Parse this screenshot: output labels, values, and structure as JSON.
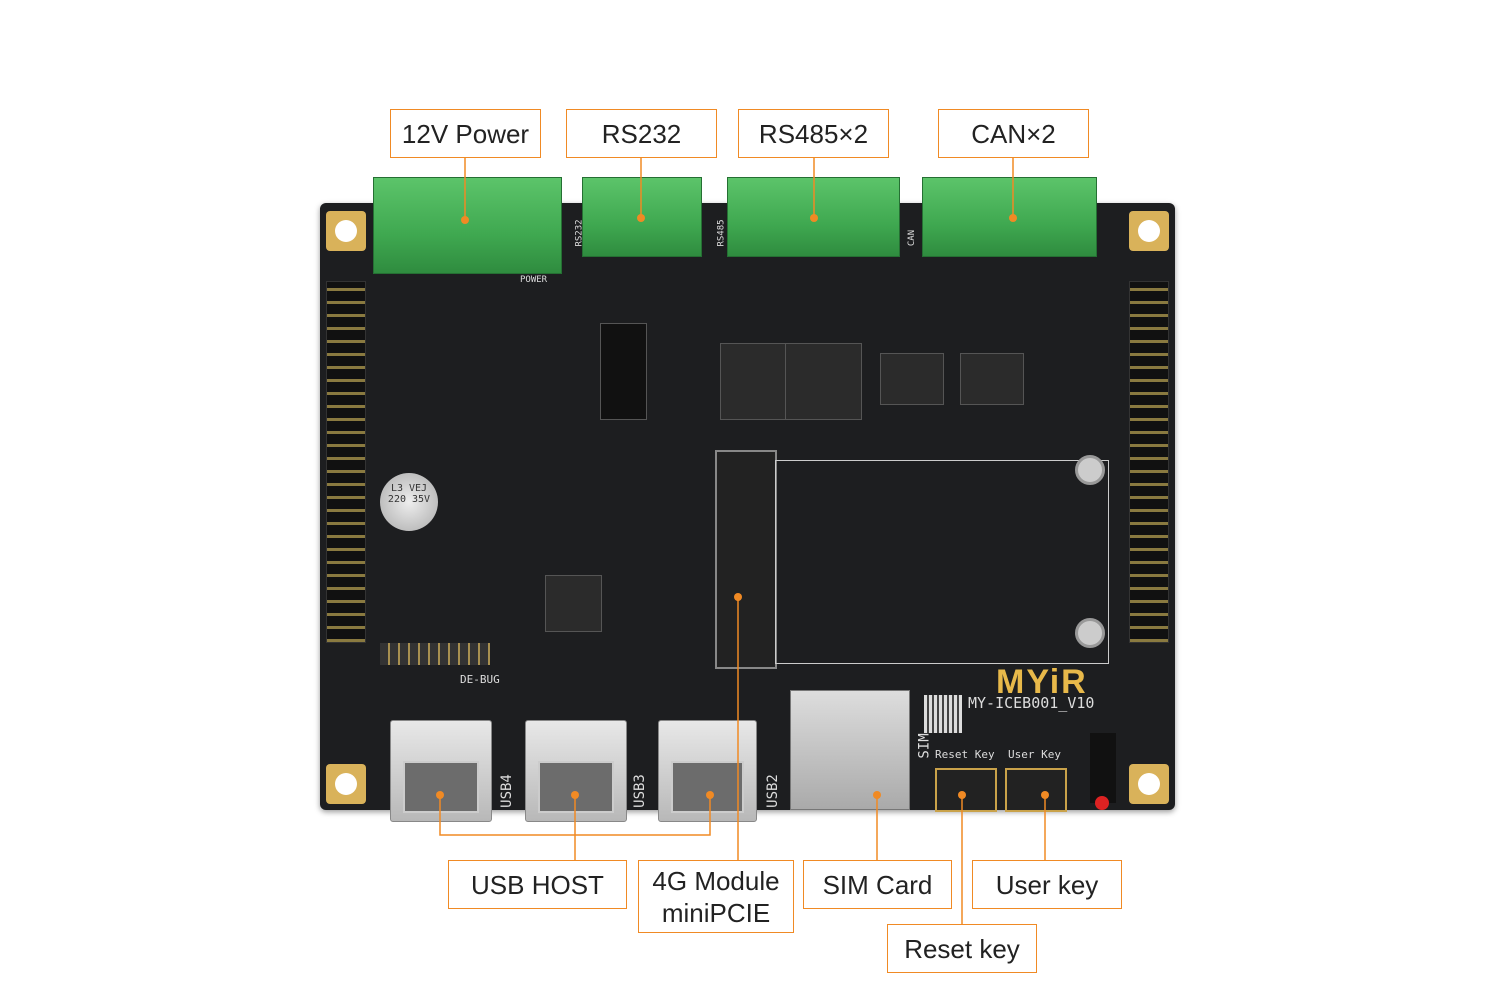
{
  "labels": {
    "power": "12V Power",
    "rs232": "RS232",
    "rs485": "RS485×2",
    "can": "CAN×2",
    "usb_host": "USB HOST",
    "module_4g_line1": "4G Module",
    "module_4g_line2": "miniPCIE",
    "sim_card": "SIM Card",
    "user_key": "User key",
    "reset_key": "Reset key"
  },
  "board": {
    "logo": "MYiR",
    "model": "MY-ICEB001_V10",
    "silk_sim": "SIM",
    "silk_reset": "Reset Key",
    "silk_user": "User Key",
    "silk_usb4": "USB4",
    "silk_usb3": "USB3",
    "silk_usb2": "USB2",
    "silk_power": "POWER",
    "silk_rs232": "RS232",
    "silk_rs485": "RS485",
    "silk_can": "CAN",
    "silk_debug": "DE-BUG",
    "capacitor": "L3 VEJ 220 35V"
  },
  "colors": {
    "accent": "#f08a24",
    "pcb": "#1d1e20",
    "terminal": "#4cb55c",
    "logo": "#e8b94a"
  }
}
